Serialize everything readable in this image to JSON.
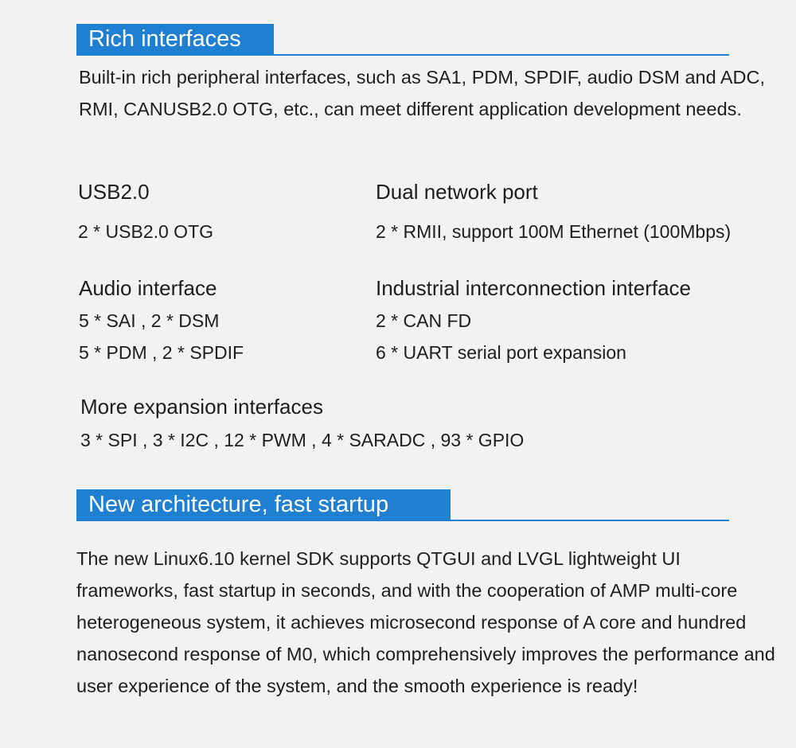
{
  "rich_interfaces": {
    "heading": "Rich interfaces",
    "description": "Built-in rich peripheral interfaces, such as SA1, PDM, SPDIF, audio DSM and ADC, RMI, CANUSB2.0 OTG, etc., can meet different application development needs."
  },
  "usb": {
    "title": "USB2.0",
    "lines": [
      "2 * USB2.0 OTG"
    ]
  },
  "network": {
    "title": "Dual network port",
    "lines": [
      "2 * RMII, support 100M Ethernet (100Mbps)"
    ]
  },
  "audio": {
    "title": "Audio interface",
    "lines": [
      "5 * SAI , 2 * DSM",
      "5 * PDM , 2 * SPDIF"
    ]
  },
  "industrial": {
    "title": "Industrial interconnection interface",
    "lines": [
      "2 * CAN FD",
      "6 * UART serial port expansion"
    ]
  },
  "more_expansion": {
    "title": "More expansion interfaces",
    "lines": [
      "3 * SPI , 3 * I2C , 12 * PWM , 4 * SARADC , 93 * GPIO"
    ]
  },
  "architecture": {
    "heading": "New architecture, fast startup",
    "description": "The new Linux6.10 kernel SDK supports QTGUI and LVGL lightweight UI frameworks, fast startup in seconds, and with the cooperation of AMP multi-core heterogeneous system, it achieves microsecond response of A core and hundred nanosecond response of M0, which comprehensively improves the performance and user experience of the system, and the smooth experience is ready!"
  },
  "colors": {
    "accent": "#1f7fd0",
    "background": "#f2f2f2",
    "text": "#1e1e1e"
  }
}
